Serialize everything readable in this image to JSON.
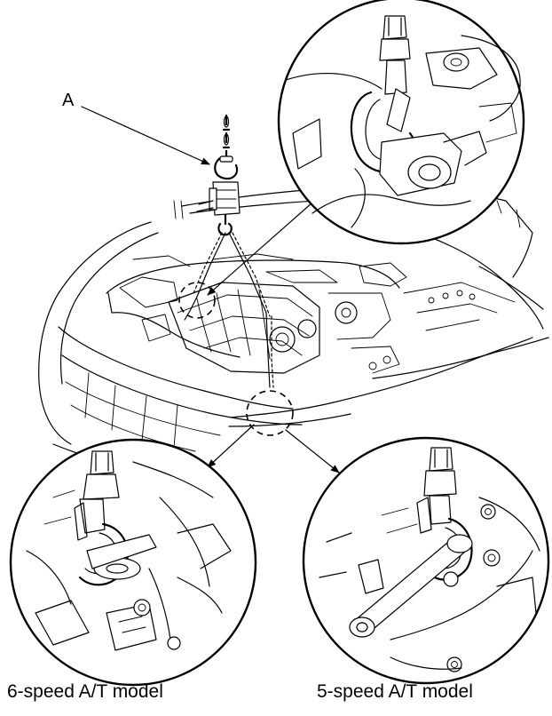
{
  "callout": {
    "label": "A"
  },
  "captions": {
    "left": "6-speed A/T model",
    "right": "5-speed A/T model"
  },
  "colors": {
    "line": "#000000",
    "background": "#ffffff"
  }
}
